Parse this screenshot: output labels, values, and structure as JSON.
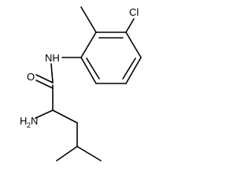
{
  "molecule": {
    "atoms": {
      "chlorine": "Cl",
      "amide_nitrogen": "NH",
      "carbonyl_oxygen": "O",
      "amine_nitrogen": "H",
      "amine_subscript": "2",
      "amine_n": "N"
    },
    "colors": {
      "bond": "#000000",
      "label": "#000000",
      "background": "#ffffff"
    }
  }
}
